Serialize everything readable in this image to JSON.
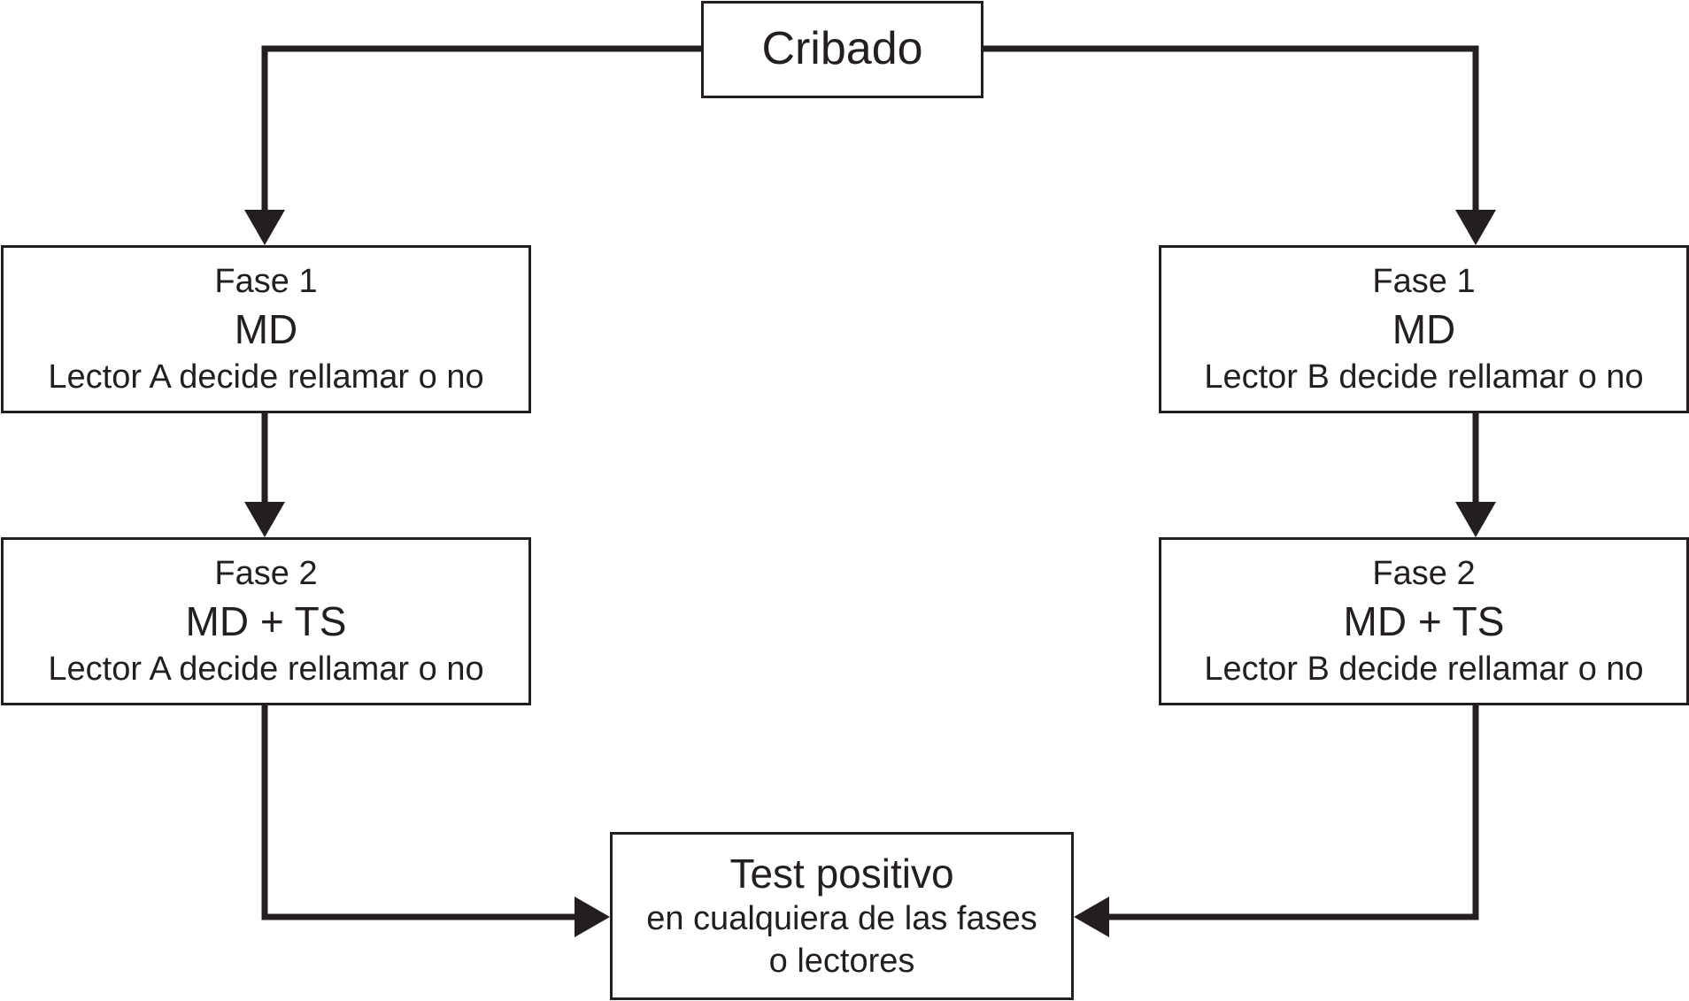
{
  "diagram": {
    "start": {
      "label": "Cribado"
    },
    "reader_a": {
      "phase1": {
        "phase": "Fase 1",
        "modality": "MD",
        "decision": "Lector A decide rellamar o no"
      },
      "phase2": {
        "phase": "Fase 2",
        "modality": "MD + TS",
        "decision": "Lector A decide rellamar o no"
      }
    },
    "reader_b": {
      "phase1": {
        "phase": "Fase 1",
        "modality": "MD",
        "decision": "Lector B decide rellamar o no"
      },
      "phase2": {
        "phase": "Fase 2",
        "modality": "MD + TS",
        "decision": "Lector B decide rellamar o no"
      }
    },
    "result": {
      "title": "Test positivo",
      "line1": "en cualquiera de las fases",
      "line2": "o lectores"
    }
  },
  "colors": {
    "line": "#231f20",
    "background": "#ffffff"
  }
}
